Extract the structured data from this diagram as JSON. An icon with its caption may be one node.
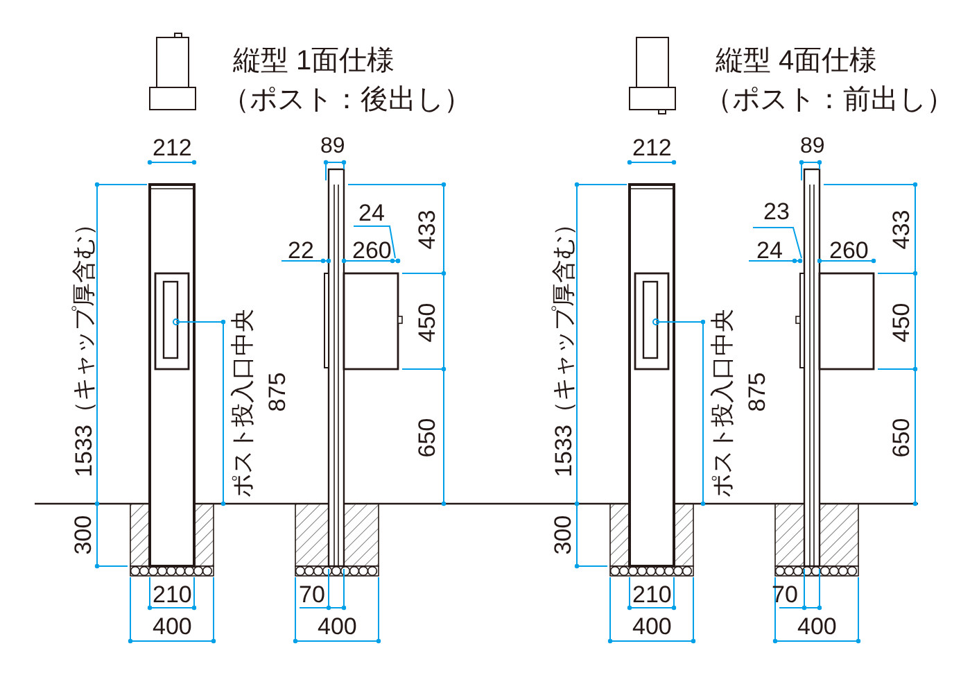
{
  "diagram": {
    "labels": [
      "縦型 1面仕様",
      "（ポスト：後出し）",
      "縦型 4面仕様",
      "（ポスト：前出し）",
      "212",
      "89",
      "24",
      "433",
      "22",
      "260",
      "1533（キャップ厚含む）",
      "ポスト投入口中央",
      "875",
      "450",
      "650",
      "300",
      "210",
      "400",
      "70",
      "400",
      "212",
      "89",
      "23",
      "433",
      "24",
      "260",
      "1533（キャップ厚含む）",
      "ポスト投入口中央",
      "875",
      "450",
      "650",
      "300",
      "210",
      "400",
      "70",
      "400"
    ]
  }
}
